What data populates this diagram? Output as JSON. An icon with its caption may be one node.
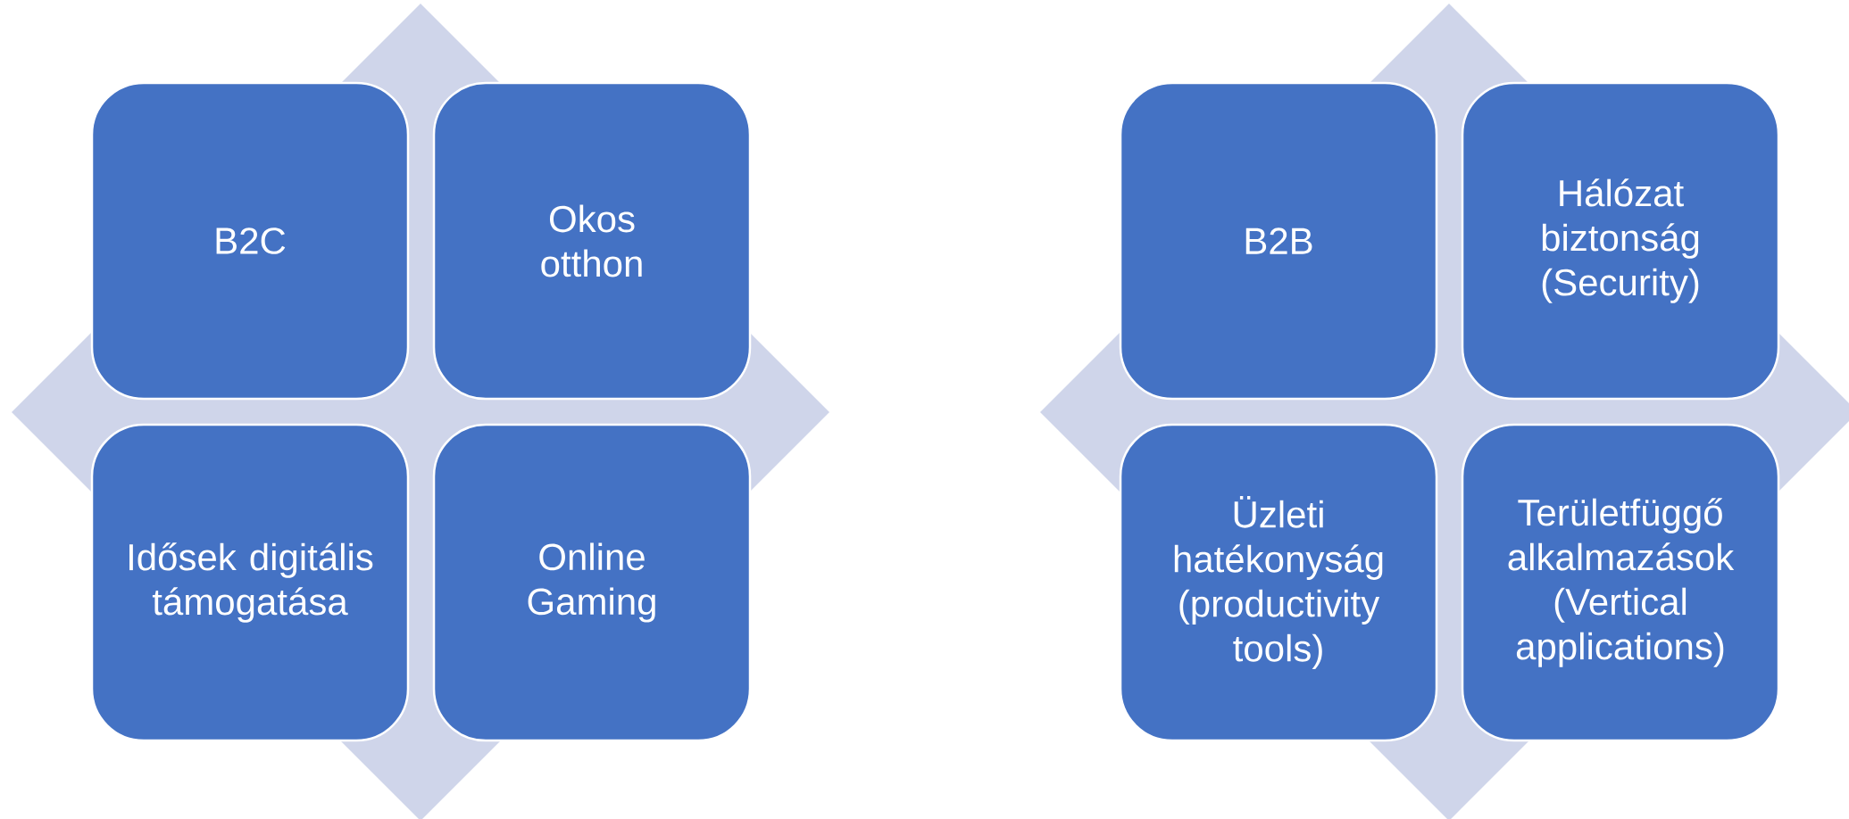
{
  "diagram": {
    "nodes": [
      {
        "text": [
          "B2C"
        ]
      },
      {
        "text": [
          "Okos otthon"
        ]
      },
      {
        "text": [
          "Idősek digitális támogatása"
        ]
      },
      {
        "text": [
          "Online Gaming"
        ]
      },
      {
        "text": [
          "B2B"
        ]
      },
      {
        "text": [
          "Hálózat biztonság (Security)"
        ]
      },
      {
        "text": [
          "Üzleti hatékonyság (productivity tools)"
        ]
      },
      {
        "text": [
          "Területfüggő alkalmazások (Vertical applications)"
        ]
      }
    ]
  }
}
